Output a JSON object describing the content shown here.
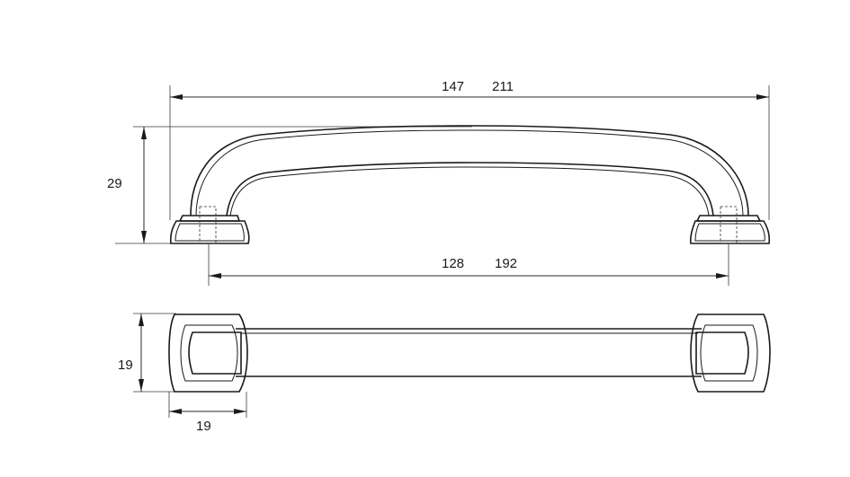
{
  "dimensions": {
    "overall_length_a": "147",
    "overall_length_b": "211",
    "hole_spacing_a": "128",
    "hole_spacing_b": "192",
    "height": "29",
    "width": "19",
    "base_length": "19"
  }
}
